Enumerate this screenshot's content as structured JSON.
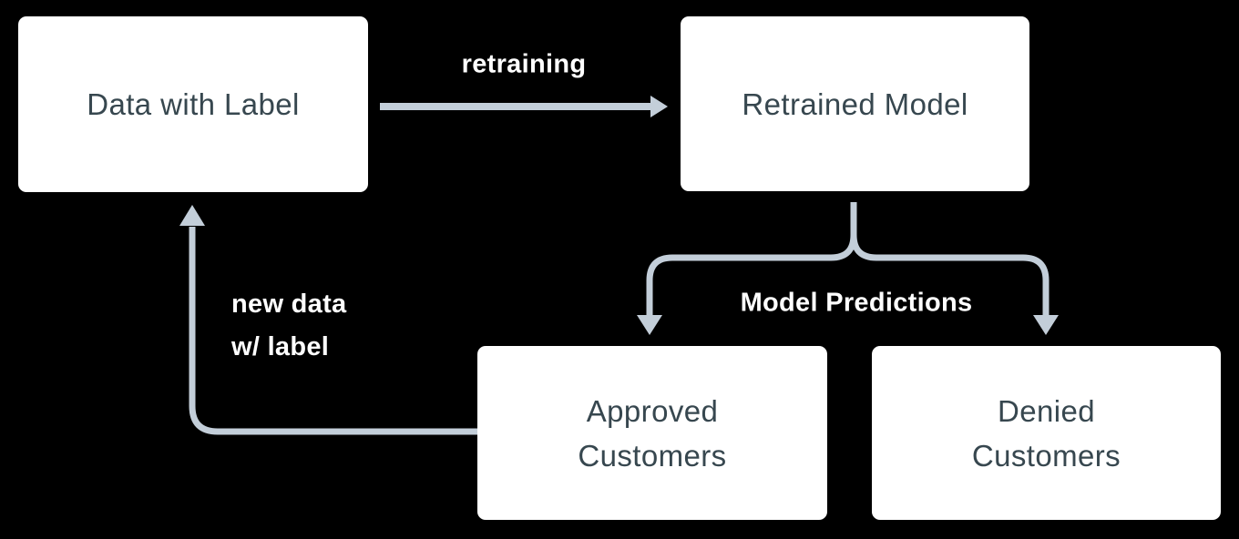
{
  "diagram": {
    "colors": {
      "background": "#000000",
      "node_fill": "#ffffff",
      "node_text": "#37474f",
      "connector": "#c3ced9",
      "edge_label_text": "#ffffff"
    },
    "nodes": [
      {
        "id": "data-with-label",
        "lines": [
          "Data with Label"
        ]
      },
      {
        "id": "retrained-model",
        "lines": [
          "Retrained Model"
        ]
      },
      {
        "id": "approved-customers",
        "lines": [
          "Approved",
          "Customers"
        ]
      },
      {
        "id": "denied-customers",
        "lines": [
          "Denied",
          "Customers"
        ]
      }
    ],
    "edges": [
      {
        "id": "retraining",
        "from": "data-with-label",
        "to": "retrained-model",
        "lines": [
          "retraining"
        ]
      },
      {
        "id": "model-predictions",
        "from": "retrained-model",
        "to": [
          "approved-customers",
          "denied-customers"
        ],
        "lines": [
          "Model Predictions"
        ]
      },
      {
        "id": "new-data-with-label",
        "from": "approved-customers",
        "to": "data-with-label",
        "lines": [
          "new data",
          "w/ label"
        ]
      }
    ]
  }
}
